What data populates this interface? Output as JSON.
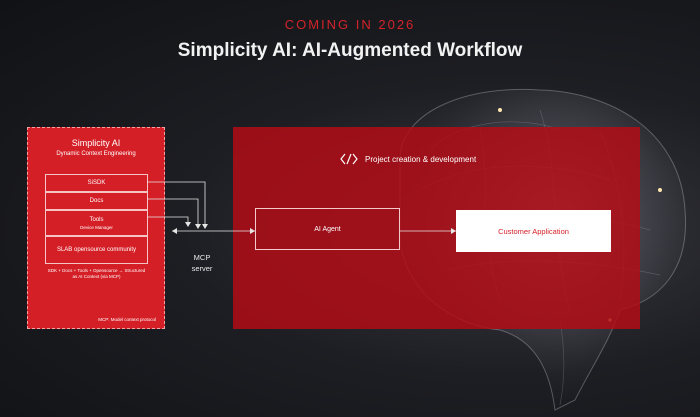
{
  "header": {
    "coming": "COMING IN 2026",
    "title": "Simplicity AI: AI-Augmented Workflow"
  },
  "left_panel": {
    "title": "Simplicity AI",
    "subtitle": "Dynamic Context Engineering",
    "boxes": [
      {
        "label": "SiSDK"
      },
      {
        "label": "Docs"
      },
      {
        "label": "Tools",
        "sub": "Device Manager"
      },
      {
        "label": "SLAB opensource community"
      }
    ],
    "note": "SDK + Docs + Tools + Opensource → Structured as AI Context (via MCP)",
    "footer": "MCP: Model context protocol"
  },
  "mcp_server": {
    "line1": "MCP",
    "line2": "server"
  },
  "main_panel": {
    "project_label": "Project creation & development",
    "ai_agent": "AI Agent",
    "customer_app": "Customer Application"
  },
  "colors": {
    "accent_red": "#d41f26",
    "panel_red": "#b40c16",
    "background": "#1d1e23"
  },
  "icons": {
    "code": "code-brackets-icon",
    "brain": "brain-illustration"
  }
}
